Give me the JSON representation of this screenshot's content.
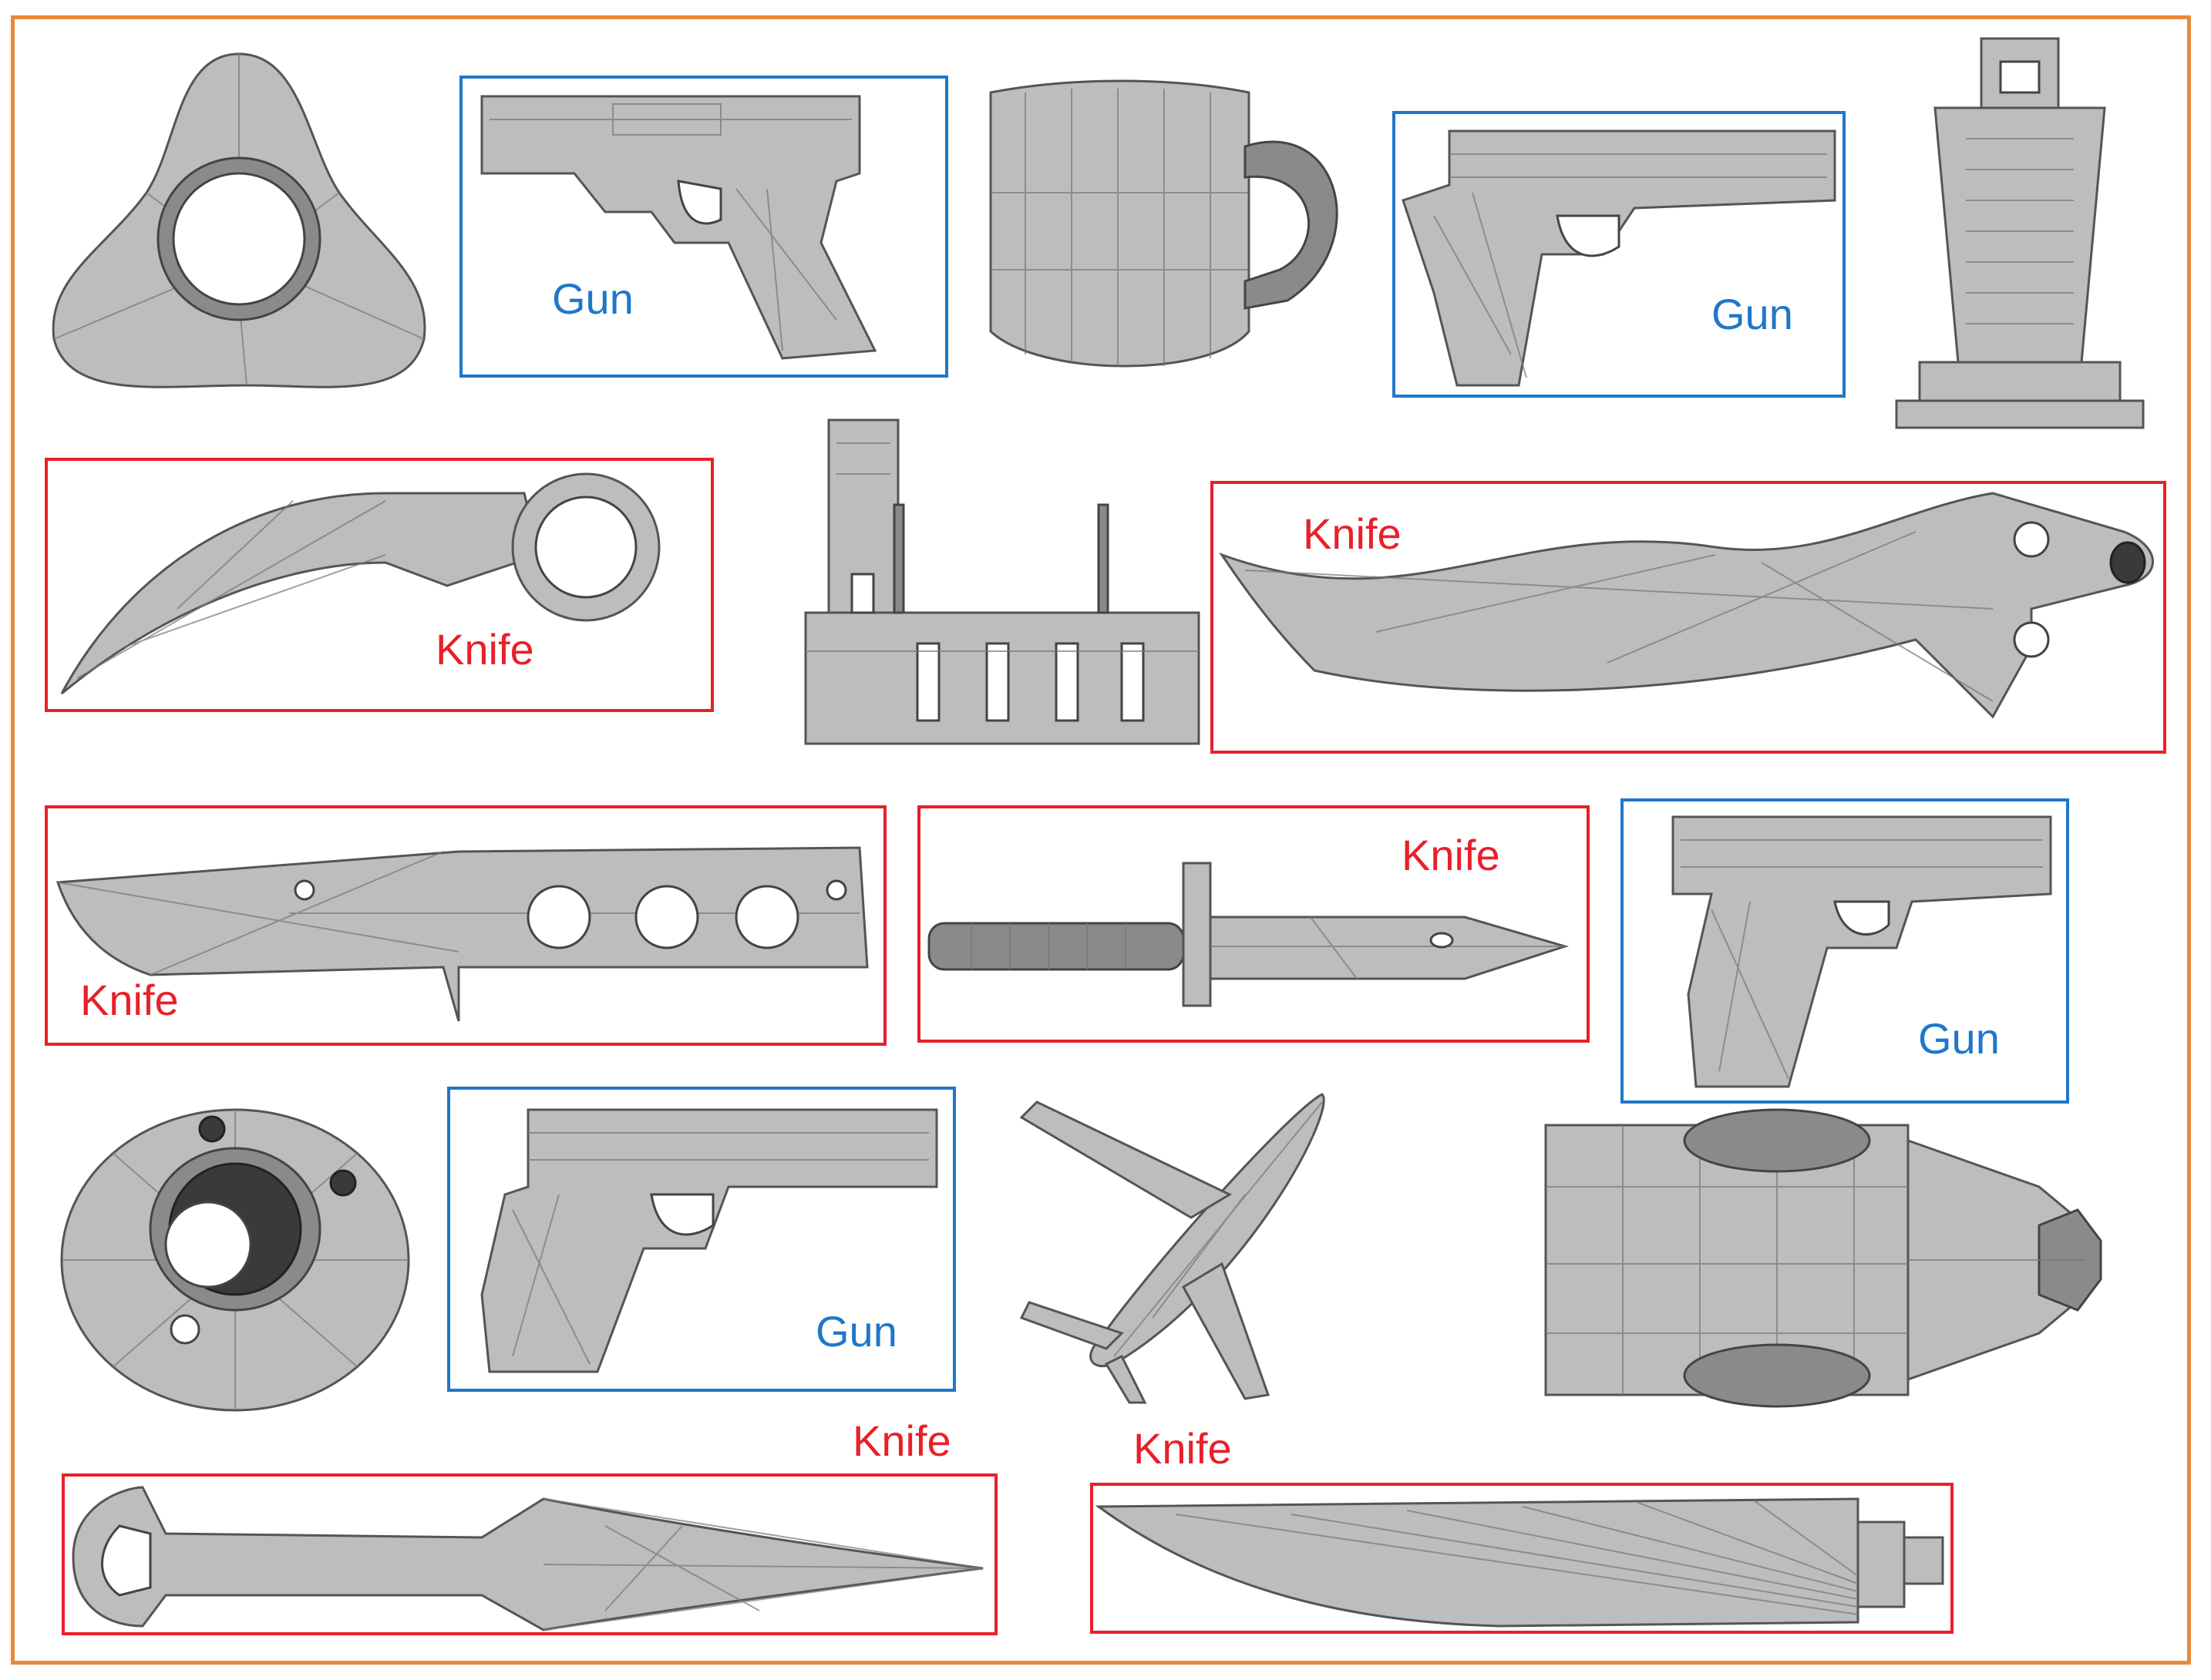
{
  "colors": {
    "frame": "#e88a3c",
    "gun": "#1f77c9",
    "knife": "#e8202a",
    "mesh": "#bdbdbd"
  },
  "labels": {
    "gun": "Gun",
    "knife": "Knife"
  },
  "annotations": [
    {
      "class": "gun"
    },
    {
      "class": "gun"
    },
    {
      "class": "knife"
    },
    {
      "class": "knife"
    },
    {
      "class": "knife"
    },
    {
      "class": "knife"
    },
    {
      "class": "gun"
    },
    {
      "class": "gun"
    },
    {
      "class": "knife"
    },
    {
      "class": "knife"
    }
  ]
}
